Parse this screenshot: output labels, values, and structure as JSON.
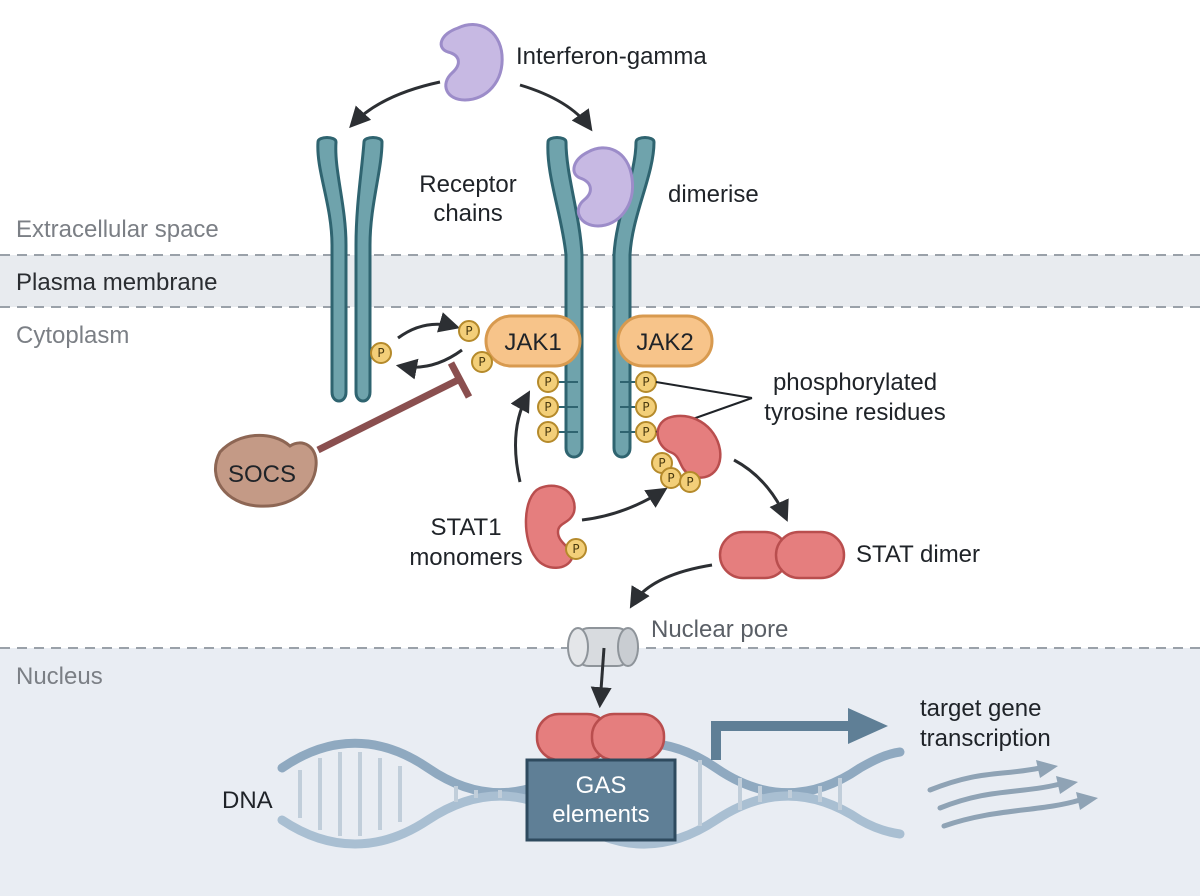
{
  "regions": {
    "extracellular": "Extracellular space",
    "membrane": "Plasma membrane",
    "cytoplasm": "Cytoplasm",
    "nucleus": "Nucleus"
  },
  "labels": {
    "ligand": "Interferon-gamma",
    "receptor_line1": "Receptor",
    "receptor_line2": "chains",
    "dimerise": "dimerise",
    "jak1": "JAK1",
    "jak2": "JAK2",
    "phospho_line1": "phosphorylated",
    "phospho_line2": "tyrosine residues",
    "socs": "SOCS",
    "stat1_line1": "STAT1",
    "stat1_line2": "monomers",
    "stat_dimer": "STAT dimer",
    "nuclear_pore": "Nuclear pore",
    "dna": "DNA",
    "gas_line1": "GAS",
    "gas_line2": "elements",
    "transcription_line1": "target gene",
    "transcription_line2": "transcription",
    "phospho_marker": "P"
  },
  "colors": {
    "receptor": "#6fa3ac",
    "receptor_stroke": "#2f6470",
    "ligand": "#c7b9e3",
    "ligand_stroke": "#9c8cc9",
    "jak": "#f7c48a",
    "stat": "#e57e7e",
    "socs": "#c49a86",
    "inhibition": "#8a4f4f",
    "membrane_band": "#e8ebef",
    "nucleus_band": "#e9edf3",
    "dna": "#8fa9c0"
  }
}
